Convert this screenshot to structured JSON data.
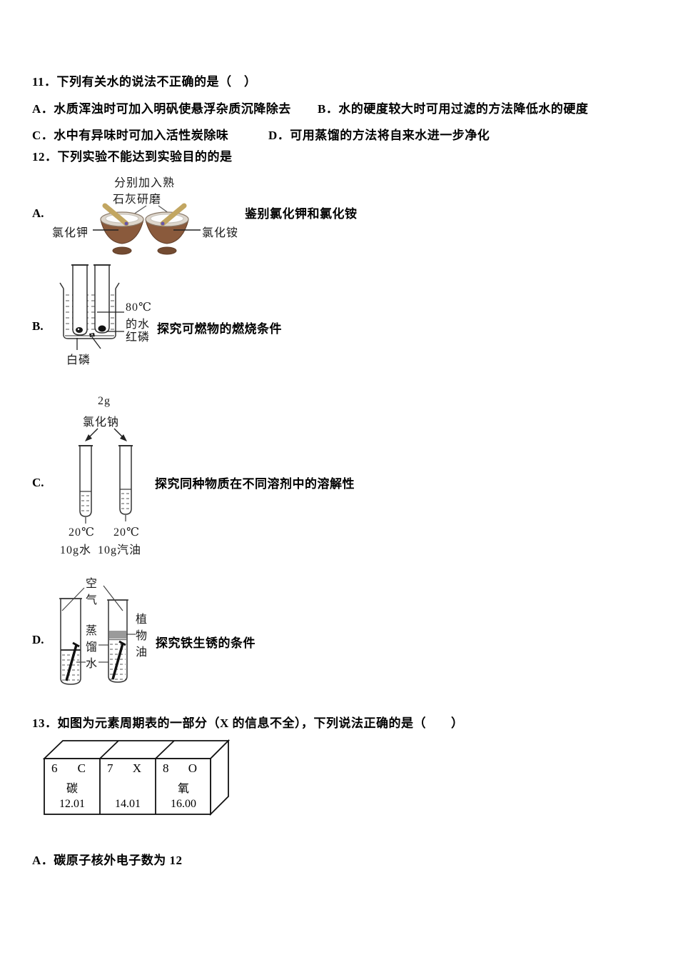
{
  "q11": {
    "stem": "11．下列有关水的说法不正确的是（　）",
    "a": "A．水质浑浊时可加入明矾使悬浮杂质沉降除去",
    "b": "B．水的硬度较大时可用过滤的方法降低水的硬度",
    "c": "C．水中有异味时可加入活性炭除味",
    "d": "D．可用蒸馏的方法将自来水进一步净化"
  },
  "q12": {
    "stem": "12．下列实验不能达到实验目的的是",
    "a": {
      "label": "A.",
      "purpose": "鉴别氯化钾和氯化铵",
      "top_label_line1": "分别加入熟",
      "top_label_line2": "石灰研磨",
      "left_label": "氯化钾",
      "right_label": "氯化铵"
    },
    "b": {
      "label": "B.",
      "purpose": "探究可燃物的燃烧条件",
      "water_label_line1": "80℃",
      "water_label_line2": "的水",
      "red_p_label": "红磷",
      "white_p_label": "白磷"
    },
    "c": {
      "label": "C.",
      "purpose": "探究同种物质在不同溶剂中的溶解性",
      "amount_label": "2g",
      "solute_label": "氯化钠",
      "left_temp": "20℃",
      "left_solvent": "10g水",
      "right_temp": "20℃",
      "right_solvent": "10g汽油"
    },
    "d": {
      "label": "D.",
      "purpose": "探究铁生锈的条件",
      "air_label": "空气",
      "water_label": "蒸馏水",
      "oil_label": "植物油"
    }
  },
  "q13": {
    "stem": "13．如图为元素周期表的一部分（X 的信息不全），下列说法正确的是（　　）",
    "cells": [
      {
        "number": "6",
        "symbol": "C",
        "name": "碳",
        "mass": "12.01"
      },
      {
        "number": "7",
        "symbol": "X",
        "name": "",
        "mass": "14.01"
      },
      {
        "number": "8",
        "symbol": "O",
        "name": "氧",
        "mass": "16.00"
      }
    ],
    "opt_a": "A．碳原子核外电子数为 12"
  },
  "colors": {
    "mortar_bowl": "#8a5a3c",
    "mortar_foot": "#734b31",
    "pestle": "#c2a661",
    "oil_layer": "#9a9a9a"
  }
}
